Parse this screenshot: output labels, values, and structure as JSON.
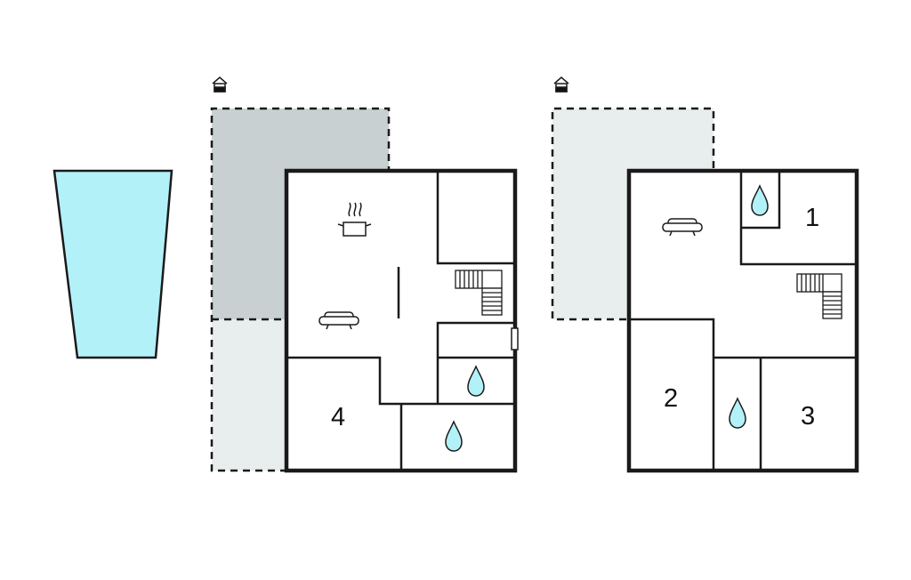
{
  "colors": {
    "pool": "#b3f1f9",
    "terrace_covered": "#c8d0d2",
    "terrace_open": "#e8eded",
    "wall": "#1a1a1a",
    "water": "#b3f1f9"
  },
  "icons": {
    "entrance": "house-entrance-icon",
    "kitchen": "cooking-pot-icon",
    "living": "sofa-icon",
    "bathroom": "water-drop-icon",
    "stairs": "staircase-icon"
  },
  "floors": [
    {
      "name": "ground-floor",
      "rooms": [
        {
          "label": "4"
        }
      ]
    },
    {
      "name": "upper-floor",
      "rooms": [
        {
          "label": "1"
        },
        {
          "label": "2"
        },
        {
          "label": "3"
        }
      ]
    }
  ]
}
